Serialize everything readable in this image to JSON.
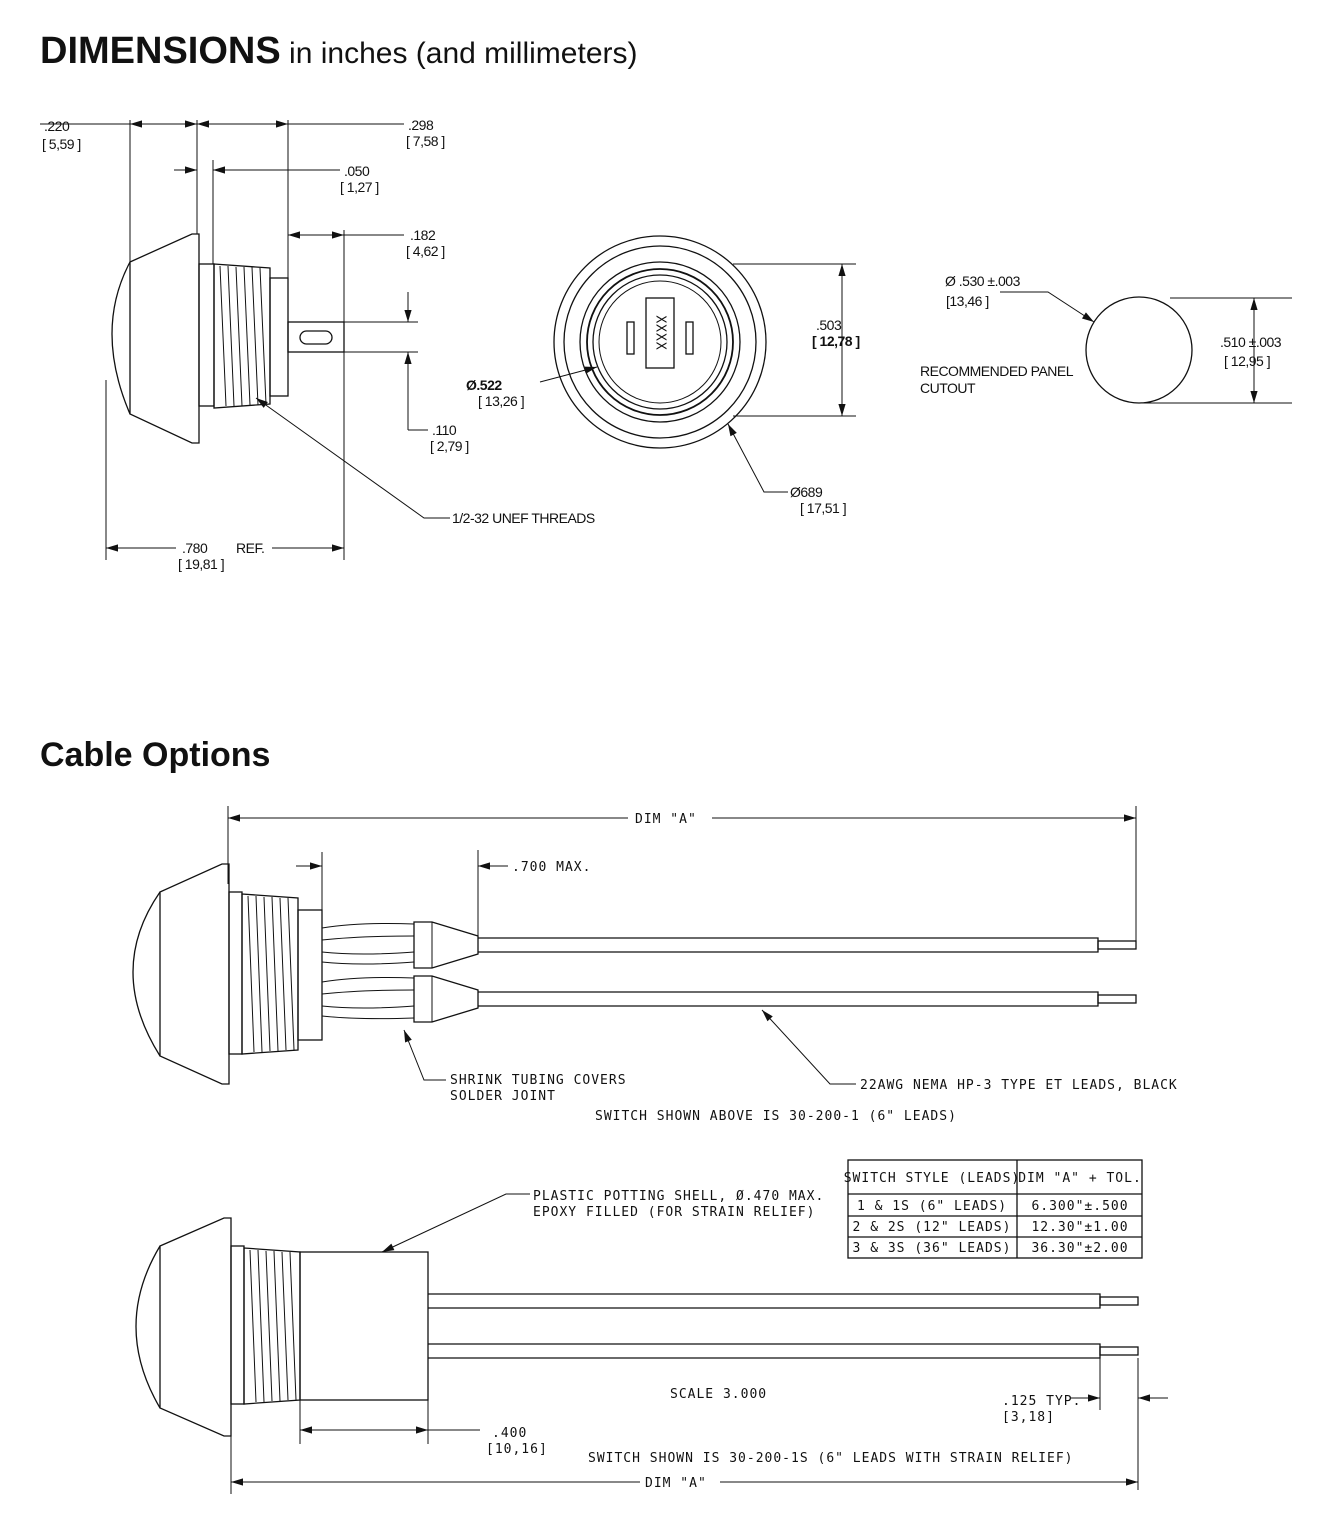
{
  "header": {
    "title_bold": "DIMENSIONS",
    "title_rest": " in inches (and millimeters)",
    "cable_title": "Cable Options"
  },
  "side_view": {
    "d_220": ".220",
    "d_220_mm": "[ 5,59 ]",
    "d_298": ".298",
    "d_298_mm": "[ 7,58 ]",
    "d_050": ".050",
    "d_050_mm": "[ 1,27 ]",
    "d_182": ".182",
    "d_182_mm": "[ 4,62 ]",
    "d_110": ".110",
    "d_110_mm": "[ 2,79 ]",
    "d_780": ".780",
    "d_780_ref": "REF.",
    "d_780_mm": "[ 19,81 ]",
    "threads": "1/2-32 UNEF THREADS"
  },
  "front_view": {
    "label": "XXXX",
    "d_503": ".503",
    "d_503_mm": "[ 12,78 ]",
    "d_522": "Ø.522",
    "d_522_mm": "[ 13,26 ]",
    "d_689": "Ø689",
    "d_689_mm": "[ 17,51 ]"
  },
  "cutout": {
    "dia": "Ø .530 ±.003",
    "dia_mm": "[13,46 ]",
    "label_1": "RECOMMENDED PANEL",
    "label_2": "CUTOUT",
    "height": ".510 ±.003",
    "height_mm": "[ 12,95 ]"
  },
  "cable_1": {
    "dim_a": "DIM \"A\"",
    "max": ".700 MAX.",
    "shrink_1": "SHRINK TUBING COVERS",
    "shrink_2": "SOLDER JOINT",
    "leads": "22AWG NEMA HP-3 TYPE ET LEADS, BLACK",
    "caption": "SWITCH SHOWN ABOVE IS 30-200-1 (6\" LEADS)"
  },
  "cable_2": {
    "shell_1": "PLASTIC POTTING SHELL, Ø.470 MAX.",
    "shell_2": "EPOXY FILLED (FOR STRAIN RELIEF)",
    "scale": "SCALE  3.000",
    "typ": ".125 TYP.",
    "typ_mm": "[3,18]",
    "d_400": ".400",
    "d_400_mm": "[10,16]",
    "caption": "SWITCH SHOWN IS 30-200-1S (6\" LEADS WITH STRAIN RELIEF)",
    "dim_a": "DIM \"A\""
  },
  "table": {
    "headers": [
      "SWITCH STYLE (LEADS)",
      "DIM \"A\" + TOL."
    ],
    "rows": [
      [
        "1 & 1S (6\" LEADS)",
        "6.300\"±.500"
      ],
      [
        "2 & 2S (12\" LEADS)",
        "12.30\"±1.00"
      ],
      [
        "3 & 3S (36\" LEADS)",
        "36.30\"±2.00"
      ]
    ]
  }
}
